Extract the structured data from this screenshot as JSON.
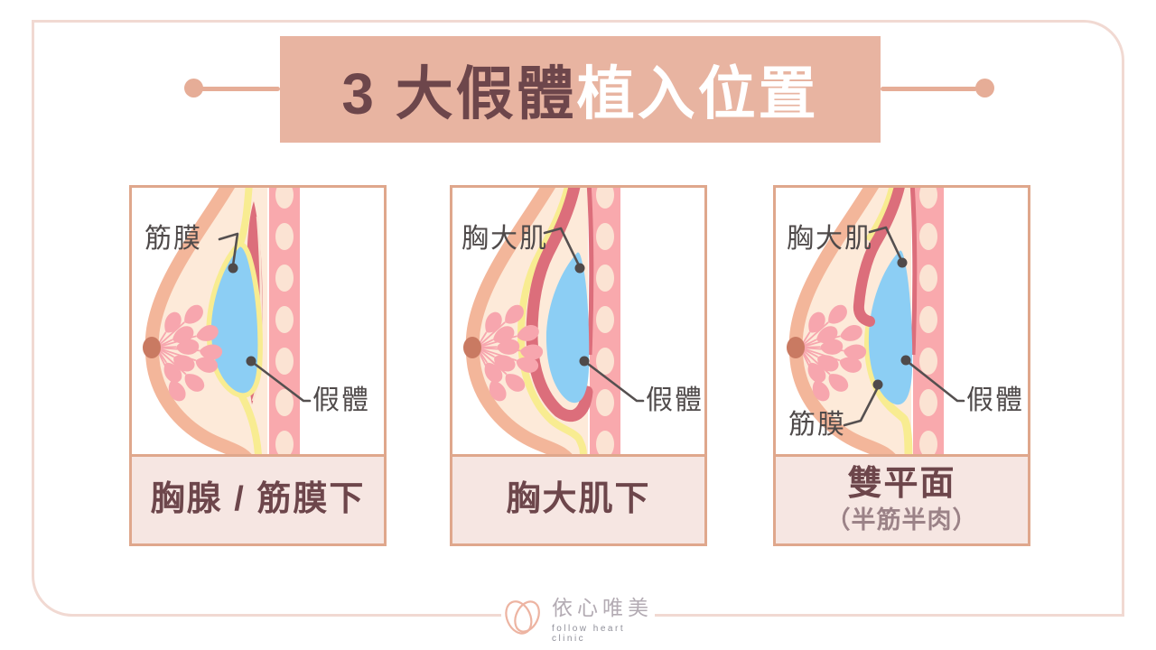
{
  "title": {
    "part_dark": "3 大假體",
    "part_light": "植入位置"
  },
  "panels": [
    {
      "caption": "胸腺 / 筋膜下",
      "labels": {
        "top": "筋膜",
        "implant": "假體"
      }
    },
    {
      "caption": "胸大肌下",
      "labels": {
        "top": "胸大肌",
        "implant": "假體"
      }
    },
    {
      "caption": "雙平面",
      "caption_sub": "（半筋半肉）",
      "labels": {
        "top": "胸大肌",
        "implant": "假體",
        "bottom": "筋膜"
      }
    }
  ],
  "logo": {
    "name_zh": "依心唯美",
    "name_en": "follow heart clinic"
  },
  "colors": {
    "banner_bg": "#e8b4a1",
    "title_dark": "#6d464b",
    "title_light": "#ffffff",
    "frame_border": "#f1d9d2",
    "panel_border": "#dfa78c",
    "caption_bg": "#f6e6e2",
    "caption_text": "#6d464b",
    "caption_sub_text": "#9b8287",
    "skin": "#f3b69a",
    "tissue": "#fdead9",
    "gland": "#f7a6ae",
    "nipple": "#c97a62",
    "chest_wall": "#f9a9ad",
    "ribs": "#fbe3d3",
    "muscle": "#dc6e7b",
    "fascia": "#f8ec91",
    "implant": "#8ccef4",
    "label_text": "#4f4a4a",
    "logo_mark": "#edb4a2",
    "logo_text": "#b3abb3"
  }
}
